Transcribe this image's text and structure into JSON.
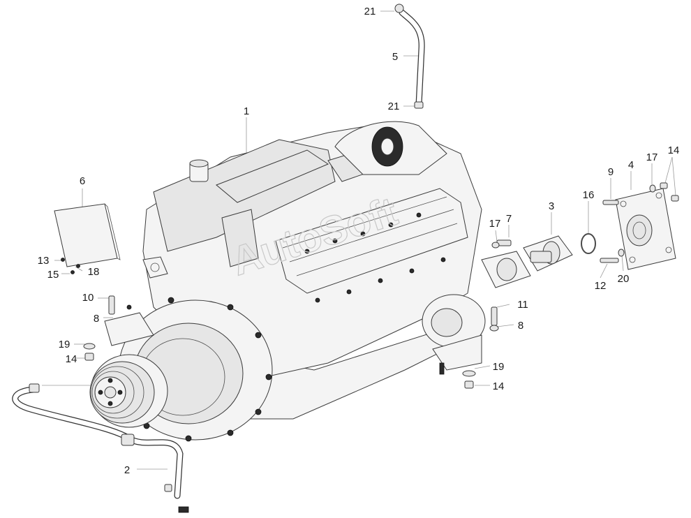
{
  "diagram": {
    "watermark": "AutoSoft",
    "callouts": [
      {
        "id": "c1",
        "label": "1"
      },
      {
        "id": "c2",
        "label": "2"
      },
      {
        "id": "c3",
        "label": "3"
      },
      {
        "id": "c4",
        "label": "4"
      },
      {
        "id": "c5",
        "label": "5"
      },
      {
        "id": "c6",
        "label": "6"
      },
      {
        "id": "c7",
        "label": "7"
      },
      {
        "id": "c8a",
        "label": "8"
      },
      {
        "id": "c8b",
        "label": "8"
      },
      {
        "id": "c9",
        "label": "9"
      },
      {
        "id": "c10",
        "label": "10"
      },
      {
        "id": "c11",
        "label": "11"
      },
      {
        "id": "c12",
        "label": "12"
      },
      {
        "id": "c13",
        "label": "13"
      },
      {
        "id": "c14a",
        "label": "14"
      },
      {
        "id": "c14b",
        "label": "14"
      },
      {
        "id": "c14c",
        "label": "14"
      },
      {
        "id": "c15",
        "label": "15"
      },
      {
        "id": "c16",
        "label": "16"
      },
      {
        "id": "c17a",
        "label": "17"
      },
      {
        "id": "c17b",
        "label": "17"
      },
      {
        "id": "c18",
        "label": "18"
      },
      {
        "id": "c19a",
        "label": "19"
      },
      {
        "id": "c19b",
        "label": "19"
      },
      {
        "id": "c20",
        "label": "20"
      },
      {
        "id": "c21a",
        "label": "21"
      },
      {
        "id": "c21b",
        "label": "21"
      }
    ]
  }
}
